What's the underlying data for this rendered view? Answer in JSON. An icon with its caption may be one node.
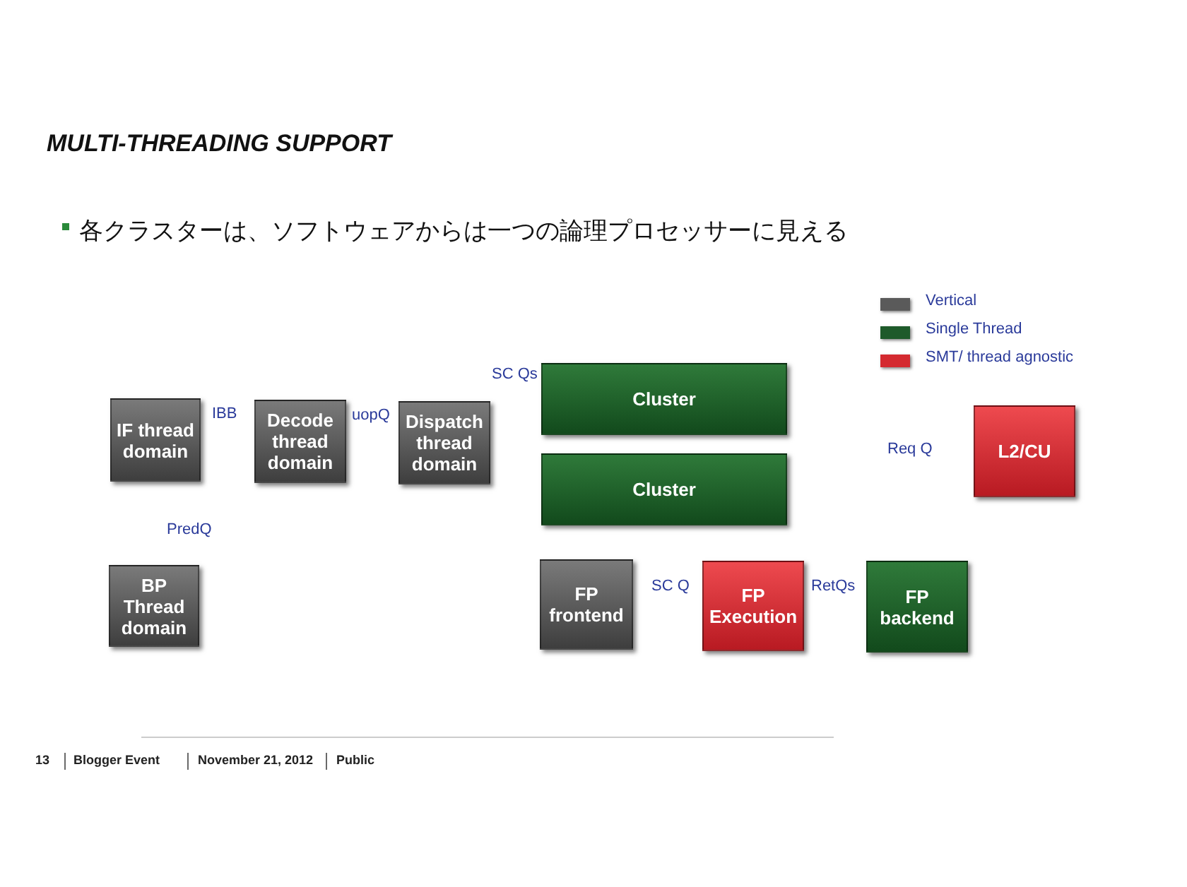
{
  "diagram": {
    "title": "MULTI-THREADING SUPPORT",
    "nodes": [
      {
        "text": [
          "IF thread domain"
        ]
      },
      {
        "text": [
          "Decode thread domain"
        ]
      },
      {
        "text": [
          "Dispatch thread domain"
        ]
      },
      {
        "text": [
          "Cluster"
        ]
      },
      {
        "text": [
          "L2/CU"
        ]
      },
      {
        "text": [
          "Cluster"
        ]
      },
      {
        "text": [
          "BP Thread domain"
        ]
      },
      {
        "text": [
          "FP frontend"
        ]
      },
      {
        "text": [
          "FP Execution"
        ]
      },
      {
        "text": [
          "FP backend"
        ]
      }
    ],
    "edges": [],
    "labels": [
      "各クラスターは、ソフトウェアからは一つの論理プロセッサーに見える",
      "SC Qs",
      "IBB",
      "uopQ",
      "Req Q",
      "PredQ",
      "SC Q",
      "RetQs",
      "13",
      "Blogger Event",
      "November 21, 2012",
      "Public"
    ],
    "legend": [
      {
        "text": "Vertical",
        "color": "#5a5a5a"
      },
      {
        "text": "Single Thread",
        "color": "#1e5a2a"
      },
      {
        "text": "SMT/ thread agnostic",
        "color": "#d42a30"
      }
    ]
  }
}
